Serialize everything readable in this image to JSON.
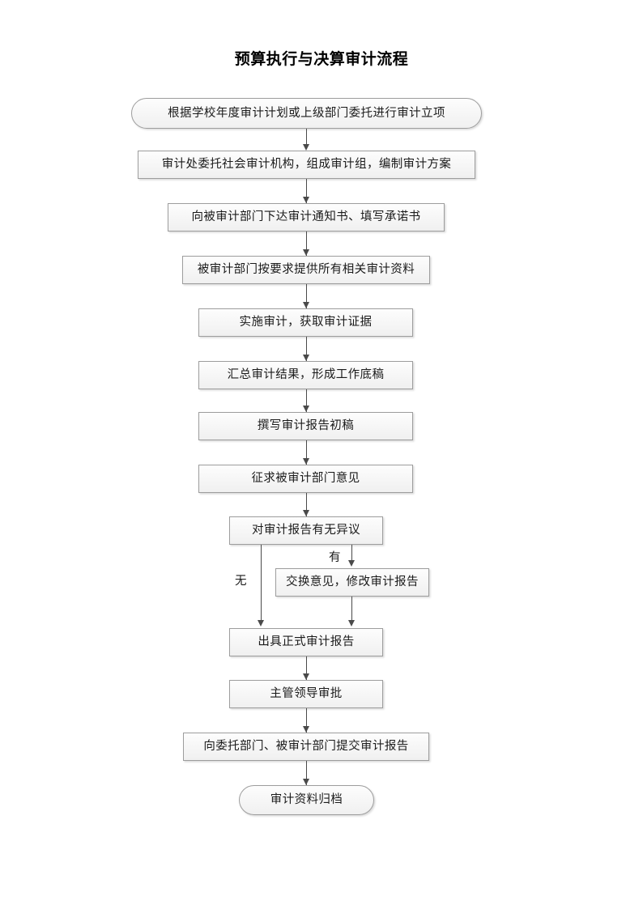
{
  "document": {
    "title": "预算执行与决算审计流程"
  },
  "flowchart": {
    "nodes": [
      {
        "id": "start",
        "shape": "terminator",
        "label": "根据学校年度审计计划或上级部门委托进行审计立项"
      },
      {
        "id": "n2",
        "shape": "process",
        "label": "审计处委托社会审计机构，组成审计组，编制审计方案"
      },
      {
        "id": "n3",
        "shape": "process",
        "label": "向被审计部门下达审计通知书、填写承诺书"
      },
      {
        "id": "n4",
        "shape": "process",
        "label": "被审计部门按要求提供所有相关审计资料"
      },
      {
        "id": "n5",
        "shape": "process",
        "label": "实施审计，获取审计证据"
      },
      {
        "id": "n6",
        "shape": "process",
        "label": "汇总审计结果，形成工作底稿"
      },
      {
        "id": "n7",
        "shape": "process",
        "label": "撰写审计报告初稿"
      },
      {
        "id": "n8",
        "shape": "process",
        "label": "征求被审计部门意见"
      },
      {
        "id": "decision",
        "shape": "process",
        "label": "对审计报告有无异议"
      },
      {
        "id": "revise",
        "shape": "process",
        "label": "交换意见，修改审计报告"
      },
      {
        "id": "n11",
        "shape": "process",
        "label": "出具正式审计报告"
      },
      {
        "id": "n12",
        "shape": "process",
        "label": "主管领导审批"
      },
      {
        "id": "n13",
        "shape": "process",
        "label": "向委托部门、被审计部门提交审计报告"
      },
      {
        "id": "end",
        "shape": "terminator",
        "label": "审计资料归档"
      }
    ],
    "branch_labels": {
      "no": "无",
      "yes": "有"
    },
    "colors": {
      "node_border": "#9d9d9d",
      "node_fill_top": "#fdfdfd",
      "node_fill_bottom": "#f0f0f0",
      "connector": "#4a4a4a",
      "text": "#1a1a1a",
      "background": "#ffffff"
    }
  }
}
